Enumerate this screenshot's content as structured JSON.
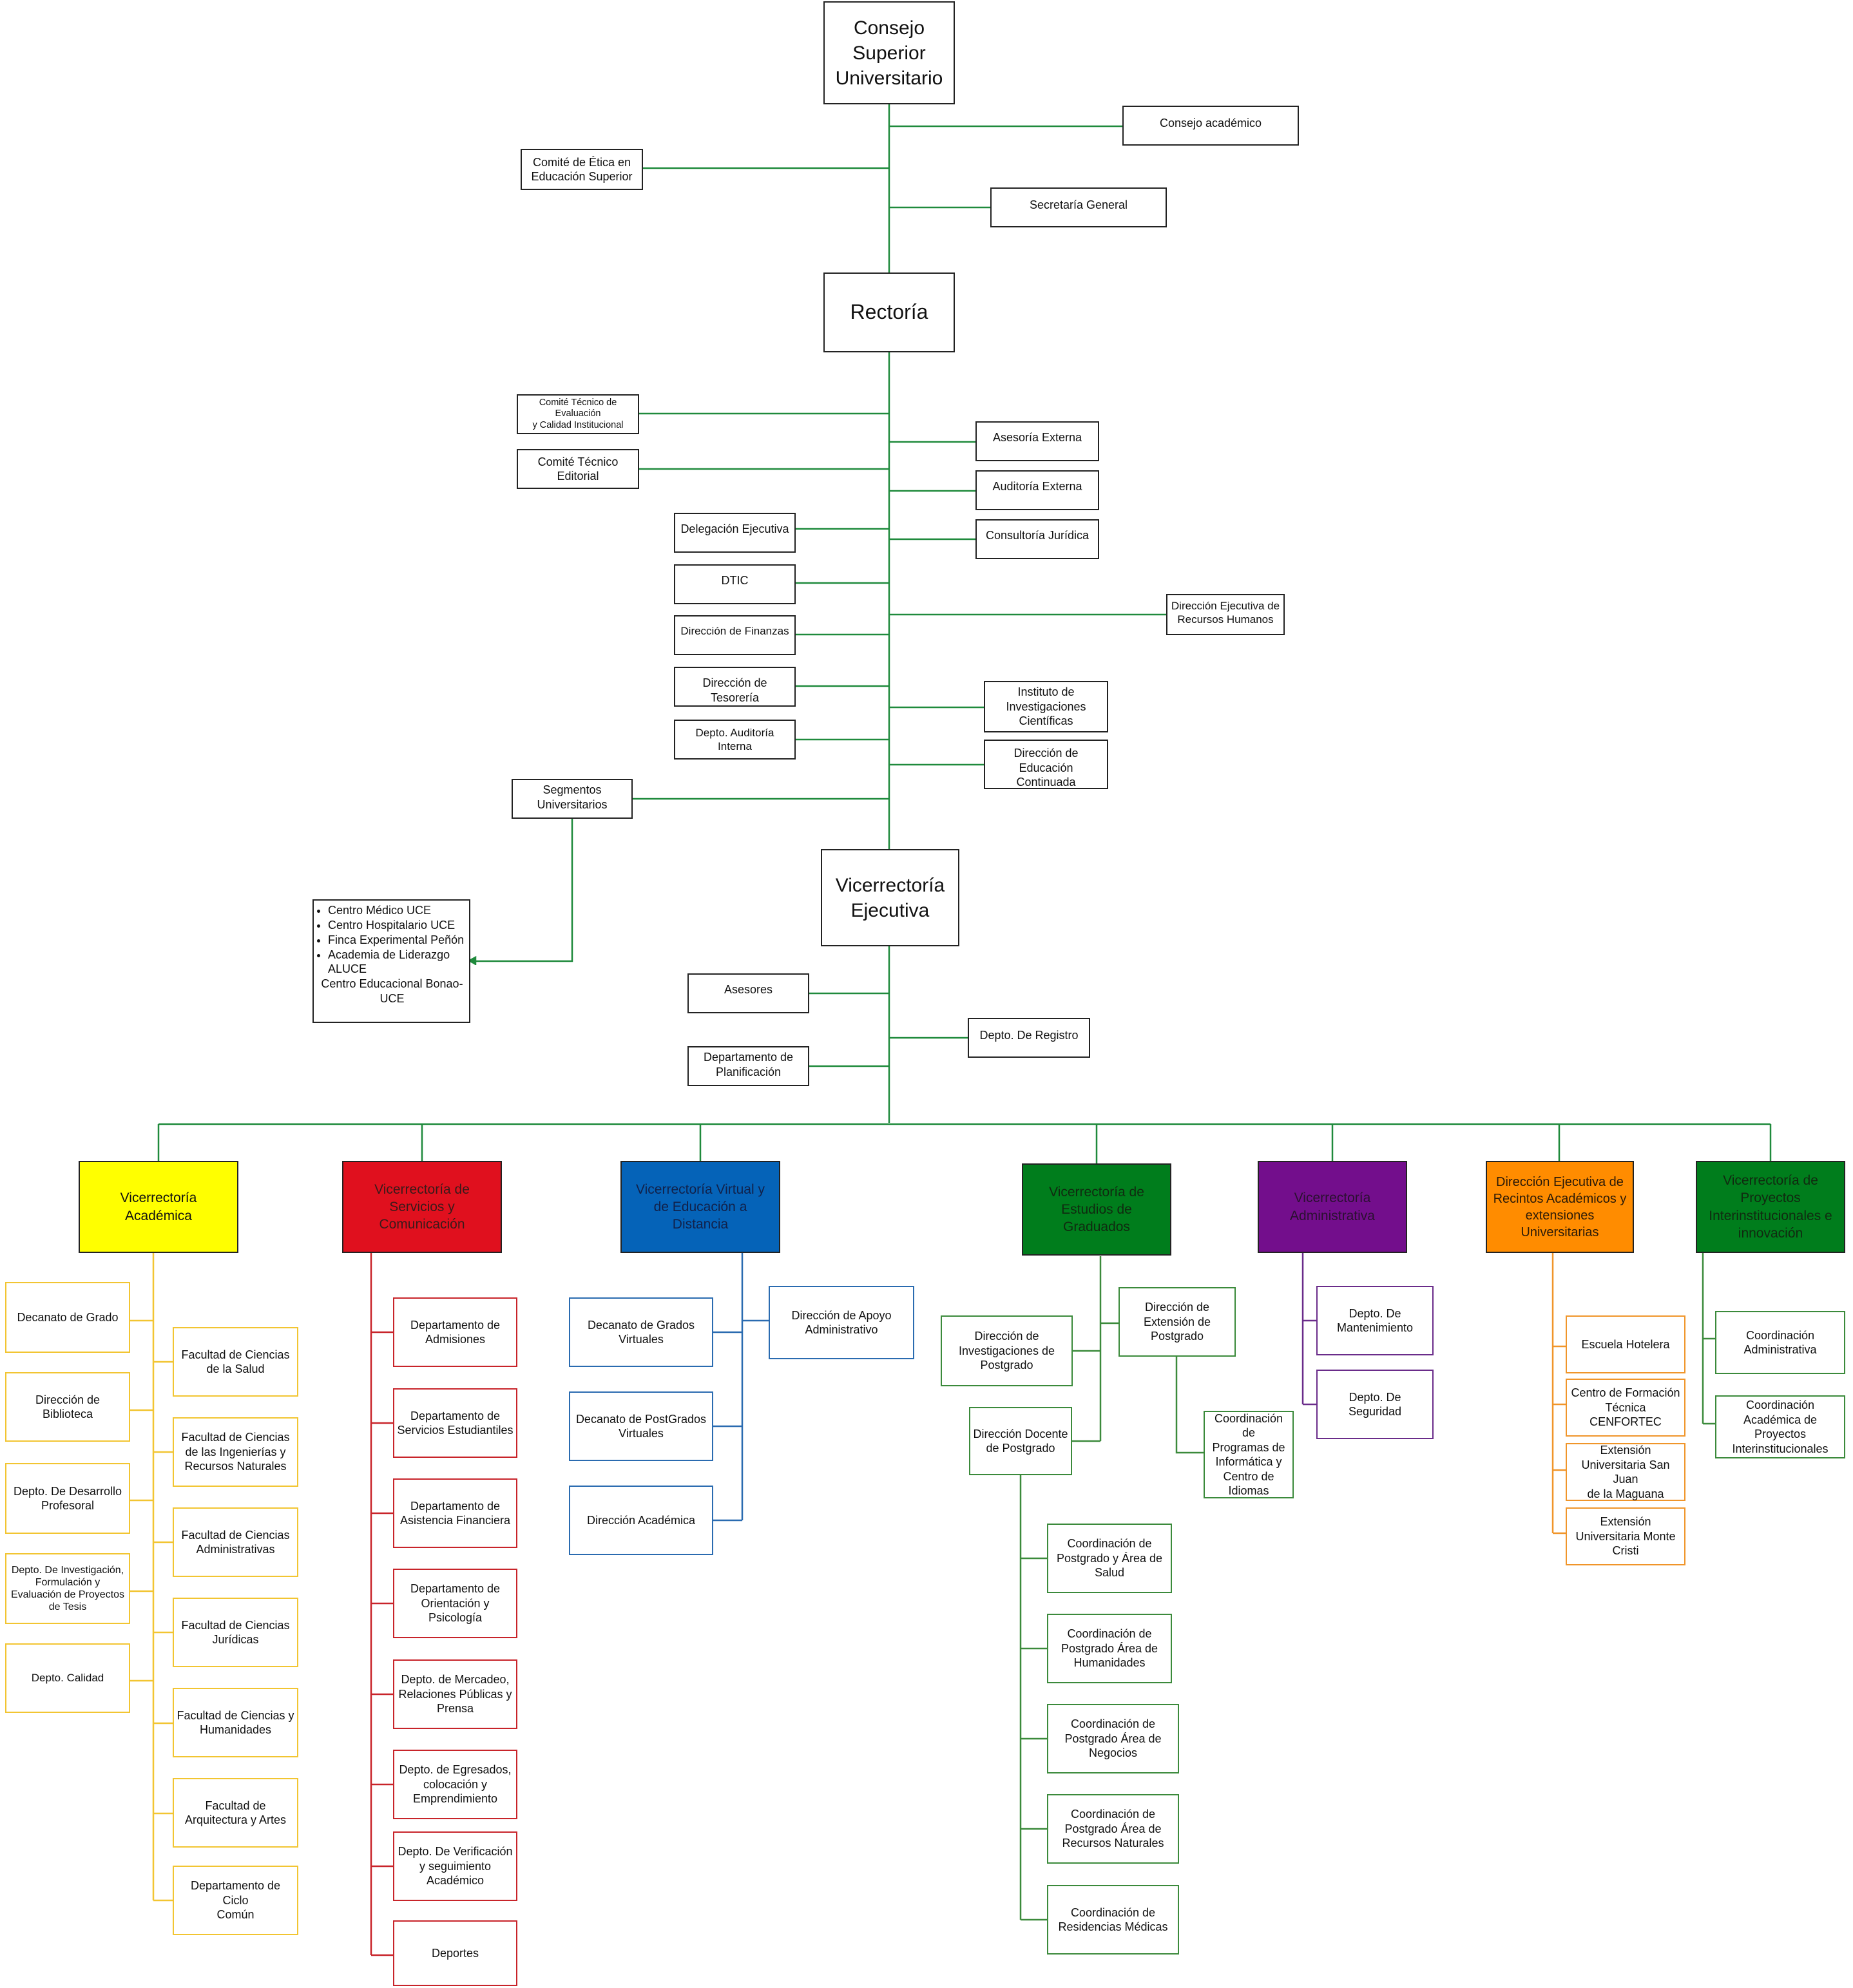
{
  "top": {
    "consejo": "Consejo\nSuperior\nUniversitario",
    "consejo_academico": "Consejo académico",
    "comite_etica": "Comité de Ética en\nEducación Superior",
    "secretaria": "Secretaría General",
    "rectoria": "Rectoría"
  },
  "rectoria_units": {
    "comite_evaluacion": "Comité Técnico de\nEvaluación\ny Calidad Institucional",
    "comite_editorial": "Comité Técnico\nEditorial",
    "asesoria_externa": "Asesoría Externa",
    "auditoria_externa": "Auditoría Externa",
    "consultoria_juridica": "Consultoría Jurídica",
    "delegacion": "Delegación Ejecutiva",
    "dtic": "DTIC",
    "finanzas": "Dirección de Finanzas",
    "rrhh": "Dirección Ejecutiva de\nRecursos Humanos",
    "tesoreria": "Dirección de Tesorería",
    "instituto": "Instituto de\nInvestigaciones\nCientíficas",
    "auditoria_interna": "Depto. Auditoría Interna",
    "educacion_continuada": "Dirección de Educación\nContinuada",
    "segmentos": "Segmentos\nUniversitarios"
  },
  "segmentos_list": {
    "items": [
      "Centro Médico UCE",
      "Centro Hospitalario UCE",
      "Finca Experimental Peñón",
      "Academia de Liderazgo ALUCE"
    ],
    "tail": "Centro Educacional Bonao-UCE"
  },
  "vicerrectoria_ejecutiva": {
    "title": "Vicerrectoría\nEjecutiva",
    "asesores": "Asesores",
    "registro": "Depto. De Registro",
    "planificacion": "Departamento  de\nPlanificación"
  },
  "academica": {
    "title": "Vicerrectoría\nAcadémica",
    "left": [
      "Decanato de Grado",
      "Dirección de Biblioteca",
      "Depto. De Desarrollo\nProfesoral",
      "Depto. De Investigación,\nFormulación y\nEvaluación de Proyectos\nde Tesis",
      "Depto. Calidad"
    ],
    "right": [
      "Facultad de Ciencias\nde la Salud",
      "Facultad de Ciencias\nde las Ingenierías y\nRecursos Naturales",
      "Facultad de Ciencias\nAdministrativas",
      "Facultad de Ciencias\nJurídicas",
      "Facultad de Ciencias y\nHumanidades",
      "Facultad de\nArquitectura y Artes",
      "Departamento de Ciclo\nComún"
    ]
  },
  "servicios": {
    "title": "Vicerrectoría de\nServicios y\nComunicación",
    "items": [
      "Departamento de\nAdmisiones",
      "Departamento de\nServicios Estudiantiles",
      "Departamento de\nAsistencia Financiera",
      "Departamento de\nOrientación y\nPsicología",
      "Depto. de Mercadeo,\nRelaciones Públicas y\nPrensa",
      "Depto. de Egresados,\ncolocación y\nEmprendimiento",
      "Depto. De Verificación\ny seguimiento\nAcadémico",
      "Deportes"
    ]
  },
  "virtual": {
    "title": "Vicerrectoría Virtual y\nde Educación a\nDistancia",
    "left": [
      "Decanato de Grados\nVirtuales",
      "Decanato de PostGrados\nVirtuales",
      "Dirección Académica"
    ],
    "right": "Dirección de Apoyo\nAdministrativo"
  },
  "graduados": {
    "title": "Vicerrectoría de\nEstudios de\nGraduados",
    "investigaciones": "Dirección de\nInvestigaciones de\nPostgrado",
    "extension": "Dirección de\nExtensión de\nPostgrado",
    "docente": "Dirección Docente\nde Postgrado",
    "informatica": "Coordinación de\nProgramas de\nInformática y\nCentro de\nIdiomas",
    "coordinaciones": [
      "Coordinación de\nPostgrado y Área de\nSalud",
      "Coordinación de\nPostgrado Área de\nHumanidades",
      "Coordinación de\nPostgrado Área de\nNegocios",
      "Coordinación de\nPostgrado Área de\nRecursos Naturales",
      "Coordinación  de\nResidencias Médicas"
    ]
  },
  "administrativa": {
    "title": "Vicerrectoría\nAdministrativa",
    "items": [
      "Depto. De\nMantenimiento",
      "Depto. De\nSeguridad"
    ]
  },
  "recintos": {
    "title": "Dirección Ejecutiva de\nRecintos Académicos y\nextensiones\nUniversitarias",
    "items": [
      "Escuela Hotelera",
      "Centro de Formación\nTécnica CENFORTEC",
      "Extensión\nUniversitaria San Juan\nde la Maguana",
      "Extensión\nUniversitaria Monte\nCristi"
    ]
  },
  "proyectos": {
    "title": "Vicerrectoría de\nProyectos\nInterinstitucionales e\ninnovación",
    "items": [
      "Coordinación\nAdministrativa",
      "Coordinación\nAcadémica de\nProyectos\nInterinstitucionales"
    ]
  },
  "colors": {
    "spine": "#1f8a3c",
    "academica": "#ffff00",
    "servicios": "#e0101e",
    "virtual": "#0563b8",
    "graduados": "#007d1c",
    "administrativa": "#730e8c",
    "recintos": "#ff8c00",
    "proyectos": "#007d1c"
  }
}
